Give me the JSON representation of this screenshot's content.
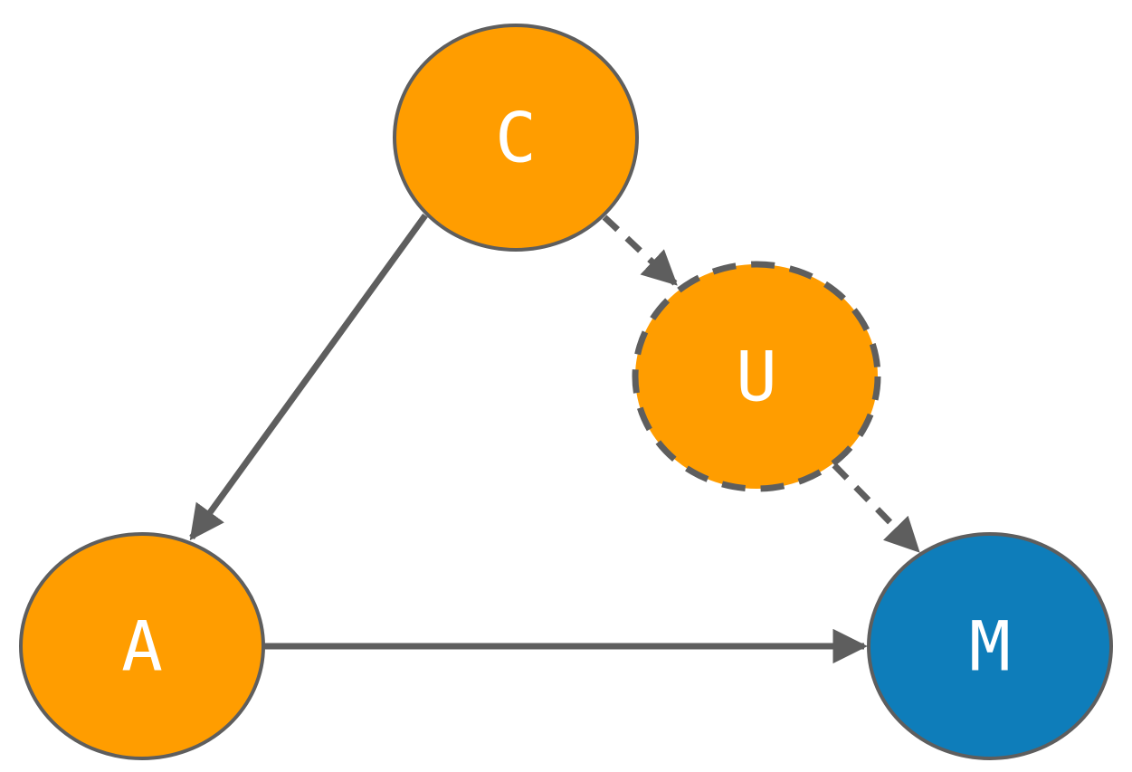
{
  "colors": {
    "orange": "#FF9D00",
    "blue": "#0E7DBA",
    "stroke": "#5E5E5E",
    "label": "#FFFFFF"
  },
  "nodes": {
    "c": {
      "label": "C",
      "fill": "orange",
      "dashed": false
    },
    "u": {
      "label": "U",
      "fill": "orange",
      "dashed": true
    },
    "a": {
      "label": "A",
      "fill": "orange",
      "dashed": false
    },
    "m": {
      "label": "M",
      "fill": "blue",
      "dashed": false
    }
  },
  "edges": [
    {
      "from": "C",
      "to": "A",
      "style": "solid"
    },
    {
      "from": "C",
      "to": "U",
      "style": "dashed"
    },
    {
      "from": "U",
      "to": "M",
      "style": "dashed"
    },
    {
      "from": "A",
      "to": "M",
      "style": "solid"
    }
  ]
}
